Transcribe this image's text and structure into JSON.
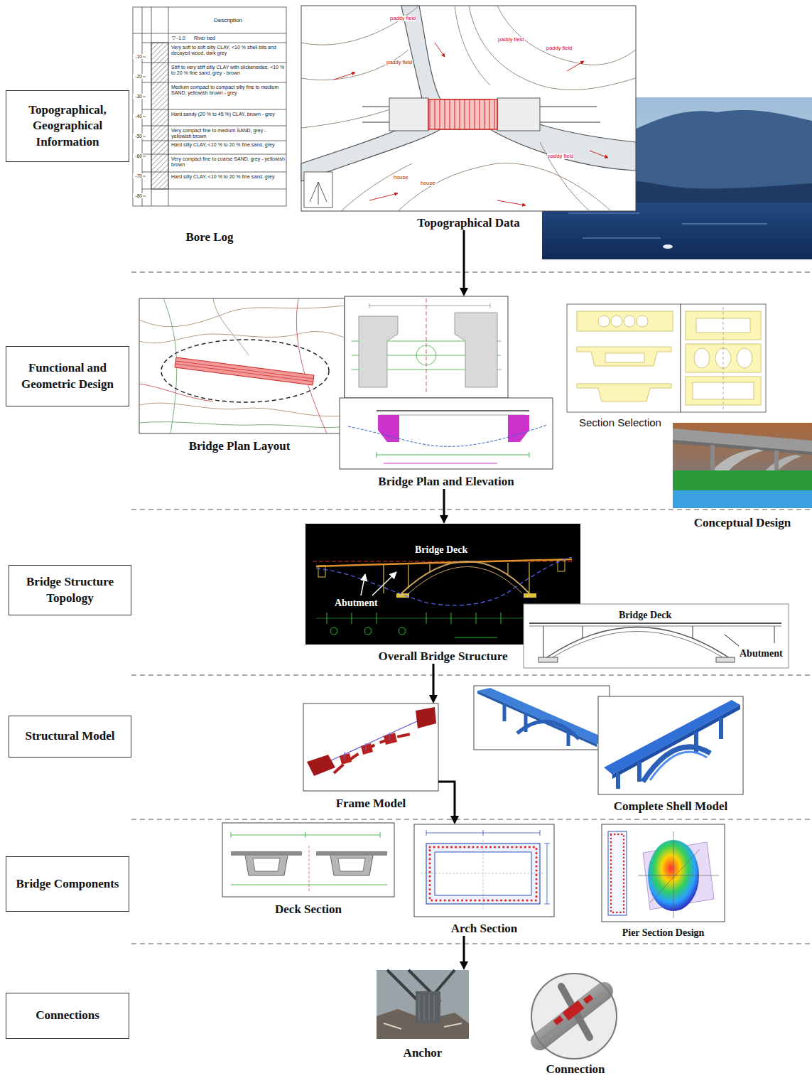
{
  "diagram": {
    "nodes": [
      {
        "text": [
          "Topographical, Geographical Information"
        ]
      },
      {
        "text": [
          "Bore Log"
        ]
      },
      {
        "text": [
          "Topographical Data"
        ]
      },
      {
        "text": [
          "Functional and Geometric Design"
        ]
      },
      {
        "text": [
          "Bridge Plan Layout"
        ]
      },
      {
        "text": [
          "Bridge Plan and Elevation"
        ]
      },
      {
        "text": [
          "Section Selection"
        ]
      },
      {
        "text": [
          "Conceptual Design"
        ]
      },
      {
        "text": [
          "Bridge Structure Topology"
        ]
      },
      {
        "text": [
          "Overall Bridge Structure"
        ]
      },
      {
        "text": [
          "Structural Model"
        ]
      },
      {
        "text": [
          "Frame Model"
        ]
      },
      {
        "text": [
          "Complete Shell Model"
        ]
      },
      {
        "text": [
          "Bridge Components"
        ]
      },
      {
        "text": [
          "Deck Section"
        ]
      },
      {
        "text": [
          "Arch Section"
        ]
      },
      {
        "text": [
          "Pier Section Design"
        ]
      },
      {
        "text": [
          "Connections"
        ]
      },
      {
        "text": [
          "Anchor"
        ]
      },
      {
        "text": [
          "Connection"
        ]
      }
    ],
    "edges": [
      {
        "from": 2,
        "to": 5,
        "arrow": "to"
      },
      {
        "from": 5,
        "to": 9,
        "arrow": "to"
      },
      {
        "from": 9,
        "to": 11,
        "arrow": "to"
      },
      {
        "from": 11,
        "to": 15,
        "arrow": "to"
      },
      {
        "from": 15,
        "to": 18,
        "arrow": "to"
      }
    ],
    "labels": [
      "Description",
      "▽ -1.0",
      "River bed",
      "Very soft to soft silty CLAY, <10 % shell bits and decayed wood, dark grey",
      "Stiff to very stiff silty CLAY with slickensides, <10 % to 20 % fine sand, grey - brown",
      "Medium compact to compact silty fine to medium SAND, yellowish brown - grey",
      "Hard sandy (20 % to 45 %) CLAY, brown - grey",
      "Very compact fine to medium SAND, grey - yellowish brown",
      "Hard silty CLAY, <10 % to 20 % fine sand, grey",
      "Very compact fine to coarse SAND, grey - yellowish brown",
      "Hard silty CLAY, <10 % to 20 % fine sand, grey",
      "-10",
      "-20",
      "-30",
      "-40",
      "-50",
      "-60",
      "-70",
      "-80",
      "paddy field",
      "paddy field",
      "paddy field",
      "paddy field",
      "paddy field",
      "house",
      "house",
      "Bridge Deck",
      "Abutment",
      "Bridge Deck",
      "Abutment"
    ]
  }
}
